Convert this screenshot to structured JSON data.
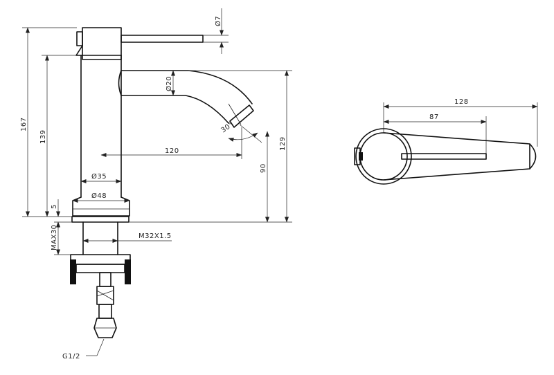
{
  "side_view": {
    "dimensions": {
      "handle_diameter": "Ø7",
      "spout_diameter": "Ø20",
      "spout_angle": "30°",
      "reach": "120",
      "body_diameter": "Ø35",
      "base_diameter": "Ø48",
      "total_height": "167",
      "body_height": "139",
      "spout_height": "129",
      "outlet_height": "90",
      "base_plate": "5",
      "max_deck": "MAX30",
      "thread": "M32X1.5",
      "connection": "G1/2"
    }
  },
  "top_view": {
    "dimensions": {
      "overall_length": "128",
      "handle_length": "87"
    }
  }
}
